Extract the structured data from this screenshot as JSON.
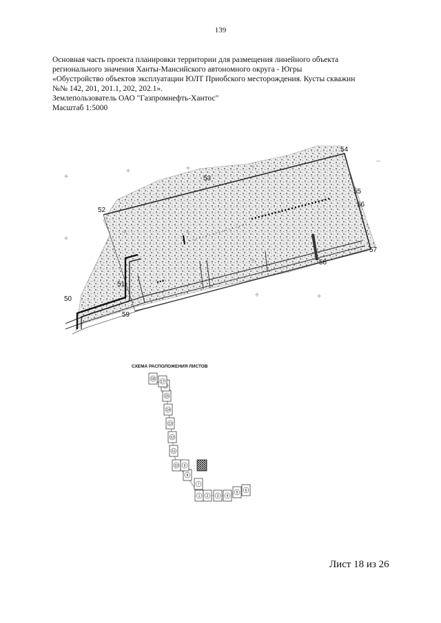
{
  "page_number": "139",
  "header": {
    "lines": [
      "Основная часть проекта планировки территории для размещения линейного объекта",
      "регионального значения Ханты-Мансийского автономного округа - Югры",
      "«Обустройство объектов эксплуатации ЮЛТ Приобского месторождения. Кусты скважин",
      "№№ 142, 201, 201.1, 202, 202.1».",
      "Землепользователь ОАО \"Газпромнефть-Хантос\"",
      "Масштаб 1:5000"
    ]
  },
  "map": {
    "point_labels": [
      "50",
      "51",
      "52",
      "53",
      "54",
      "55",
      "56",
      "57",
      "58",
      "59"
    ]
  },
  "scheme": {
    "title": "СХЕМА РАСПОЛОЖЕНИЯ ЛИСТОВ",
    "sheets": [
      "1",
      "2",
      "3",
      "4",
      "5",
      "6",
      "7",
      "8",
      "9",
      "10",
      "11",
      "12",
      "13",
      "14",
      "15",
      "16",
      "17",
      "18"
    ]
  },
  "sheet_counter": "Лист 18 из 26"
}
